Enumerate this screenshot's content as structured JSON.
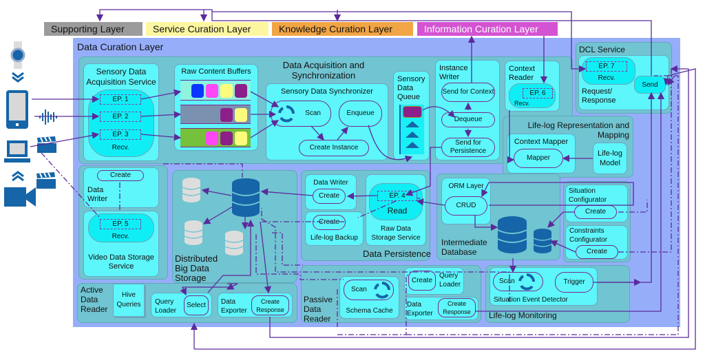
{
  "layers": {
    "supporting": "Supporting Layer",
    "service_curation": "Service Curation Layer",
    "knowledge_curation": "Knowledge Curation Layer",
    "information_curation": "Information Curation Layer",
    "data_curation": "Data Curation Layer"
  },
  "colors": {
    "supporting": "#9b9b9b",
    "service_curation": "#fdf6a0",
    "knowledge_curation": "#f1a544",
    "information_curation": "#d453d2",
    "data_curation": "#96aefa",
    "panel": "#71c4d1",
    "box": "#5cf6fb",
    "arrow": "#5b2a9b",
    "icon_blue": "#1565a8"
  },
  "devices": [
    "smartwatch-icon",
    "smartphone-icon",
    "audio-wave-icon",
    "laptop-icon",
    "video-clip-icon",
    "video-clip-icon",
    "video-camera-icon"
  ],
  "acquisition": {
    "title_line1": "Data Acquisition and",
    "title_line2": "Synchronization",
    "sensory_service": {
      "title_line1": "Sensory Data",
      "title_line2": "Acquisition Service",
      "endpoints": [
        "EP. 1",
        "EP. 2",
        "EP. 3"
      ],
      "recv": "Recv."
    },
    "raw_buffers": {
      "title": "Raw Content Buffers"
    },
    "synchronizer": {
      "title": "Sensory Data Synchronizer",
      "scan": "Scan",
      "enqueue": "Enqueue",
      "create_instance": "Create Instance"
    },
    "queue": {
      "line1": "Sensory",
      "line2": "Data",
      "line3": "Queue"
    },
    "instance_writer": {
      "line1": "Instance",
      "line2": "Writer",
      "send_context": "Send for Context",
      "dequeue": "Dequeue",
      "send_persistence": "Send for Persistence"
    }
  },
  "context_reader": {
    "line1": "Context",
    "line2": "Reader",
    "ep": "EP. 6",
    "recv": "Recv."
  },
  "dcl_service": {
    "title": "DCL Service",
    "ep": "EP. 7",
    "recv": "Recv.",
    "send": "Send",
    "req_line1": "Request/",
    "req_line2": "Response"
  },
  "lifelog_mapping": {
    "title_line1": "Life-log Representation and",
    "title_line2": "Mapping",
    "context_mapper": "Context Mapper",
    "mapper": "Mapper",
    "model_line1": "Life-log",
    "model_line2": "Model"
  },
  "video_storage": {
    "data_writer_line1": "Data",
    "data_writer_line2": "Writer",
    "create": "Create",
    "ep": "EP. 5",
    "recv": "Recv.",
    "title_line1": "Video Data Storage",
    "title_line2": "Service"
  },
  "big_data": {
    "line1": "Distributed",
    "line2": "Big Data",
    "line3": "Storage"
  },
  "persistence": {
    "title": "Data Persistence",
    "data_writer": "Data Writer",
    "create": "Create",
    "backup_create": "Create",
    "backup": "Life-log Backup",
    "ep": "EP. 4",
    "read": "Read",
    "raw_line1": "Raw Data",
    "raw_line2": "Storage Service"
  },
  "intermediate": {
    "orm": "ORM Layer",
    "crud": "CRUD",
    "line1": "Intermediate",
    "line2": "Database"
  },
  "configurators": {
    "situation_line1": "Situation",
    "situation_line2": "Configurator",
    "situation_create": "Create",
    "constraints_line1": "Constraints",
    "constraints_line2": "Configurator",
    "constraints_create": "Create"
  },
  "active_reader": {
    "line1": "Active",
    "line2": "Data",
    "line3": "Reader",
    "hive_line1": "Hive",
    "hive_line2": "Queries",
    "loader_line1": "Query",
    "loader_line2": "Loader",
    "select": "Select",
    "exporter_line1": "Data",
    "exporter_line2": "Exporter",
    "create_response_line1": "Create",
    "create_response_line2": "Response"
  },
  "passive_reader": {
    "line1": "Passive",
    "line2": "Data",
    "line3": "Reader",
    "scan": "Scan",
    "schema": "Schema Cache",
    "create": "Create",
    "loader_line1": "Query",
    "loader_line2": "Loader",
    "exporter_line1": "Data",
    "exporter_line2": "Exporter",
    "create_response_line1": "Create",
    "create_response_line2": "Response"
  },
  "monitoring": {
    "title": "Life-log Monitoring",
    "scan": "Scan",
    "trigger": "Trigger",
    "detector": "Situation Event Detector"
  }
}
